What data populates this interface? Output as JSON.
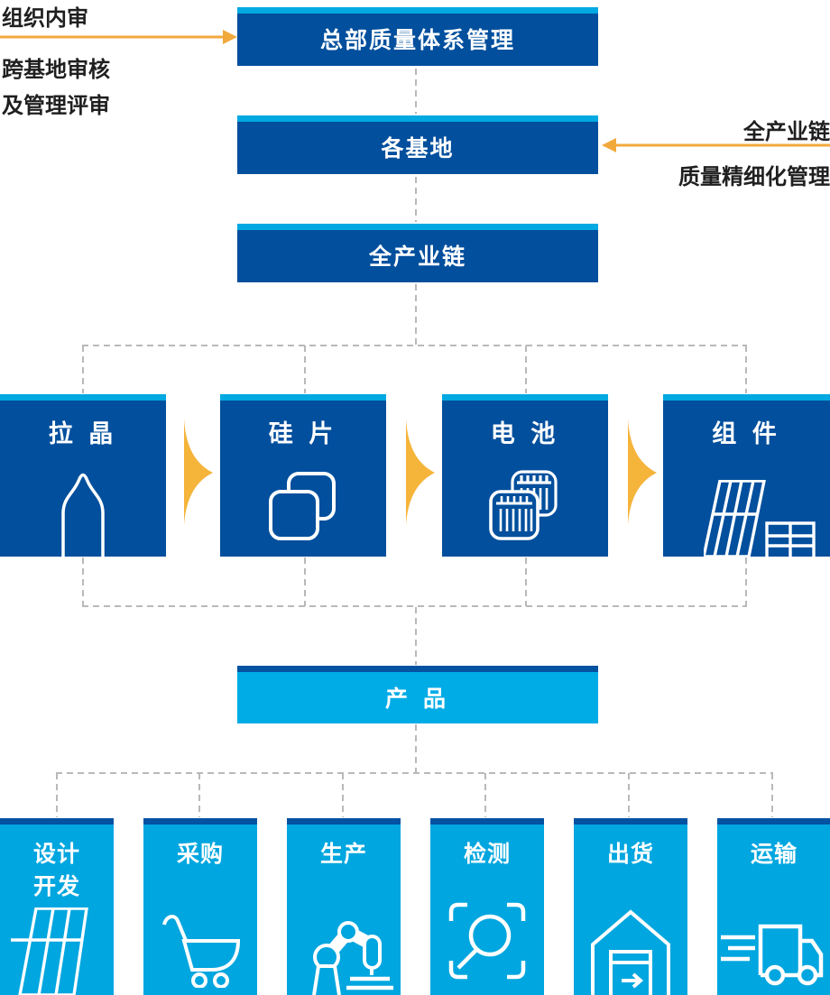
{
  "colors": {
    "dark_blue": "#014F9D",
    "cyan": "#00A9E1",
    "product_cyan": "#00ACE6",
    "bottom_cyan": "#00A6DF",
    "bar_dark": "#0452A2",
    "arrow_yellow": "#F2A93C",
    "chevron_yellow": "#F5B43A",
    "dash_gray": "#B9B9B9",
    "text_dark": "#1F1F1F"
  },
  "annotations": {
    "left_line1": "组织内审",
    "left_line2": "跨基地审核",
    "left_line3": "及管理评审",
    "right_line1": "全产业链",
    "right_line2": "质量精细化管理"
  },
  "hierarchy": {
    "level1": {
      "label": "总部质量体系管理"
    },
    "level2": {
      "label": "各基地"
    },
    "level3": {
      "label": "全产业链"
    }
  },
  "chain": [
    {
      "label": "拉 晶",
      "icon": "crystal-ingot-icon"
    },
    {
      "label": "硅 片",
      "icon": "silicon-wafer-icon"
    },
    {
      "label": "电 池",
      "icon": "solar-cell-icon"
    },
    {
      "label": "组 件",
      "icon": "solar-module-icon"
    }
  ],
  "product": {
    "label": "产 品"
  },
  "process": [
    {
      "label": "设计\n开发",
      "icon": "solar-panel-design-icon"
    },
    {
      "label": "采购",
      "icon": "shopping-cart-icon"
    },
    {
      "label": "生产",
      "icon": "robot-arm-icon"
    },
    {
      "label": "检测",
      "icon": "magnifier-scan-icon"
    },
    {
      "label": "出货",
      "icon": "warehouse-arrow-icon"
    },
    {
      "label": "运输",
      "icon": "truck-icon"
    }
  ]
}
